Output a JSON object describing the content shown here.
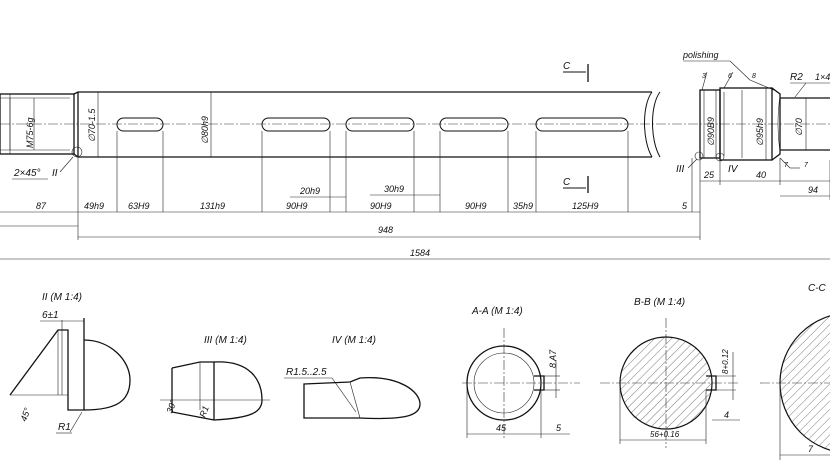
{
  "labels": {
    "polishing": "polishing",
    "thread": "M75-6g",
    "d70_tol": "∅70-1.5",
    "d80": "∅80h9",
    "d90": "∅90B9",
    "d95": "∅95h9",
    "d70r": "∅70",
    "r2": "R2",
    "chamfer_r": "1×4",
    "chamfer_l": "2×45°",
    "roman_2": "II",
    "roman_3": "III",
    "roman_4": "IV",
    "section_c": "C",
    "callout_3": "3",
    "callout_6": "6",
    "callout_8": "8",
    "callout_7a": "7",
    "callout_7b": "7"
  },
  "dimensions": {
    "d87": "87",
    "d49": "49h9",
    "d63": "63H9",
    "d131": "131h9",
    "d90a": "90H9",
    "d90b": "90H9",
    "d90c": "90H9",
    "d35": "35h9",
    "d125": "125H9",
    "d5": "5",
    "d25": "25",
    "d40": "40",
    "d94": "94",
    "d20": "20h9",
    "d30": "30h9",
    "d948": "948",
    "d1584": "1584"
  },
  "details": {
    "ii_title": "II (M 1:4)",
    "ii_dim": "6±1",
    "ii_angle": "45°",
    "ii_radius": "R1",
    "iii_title": "III (M 1:4)",
    "iii_angle": "30°",
    "iii_radius": "R1",
    "iv_title": "IV (M 1:4)",
    "iv_radius": "R1.5..2.5"
  },
  "sections": {
    "aa_title": "A-A (M 1:4)",
    "aa_dim_v": "8 A7",
    "aa_dim_45": "45",
    "aa_dim_5": "5",
    "bb_title": "B-B (M 1:4)",
    "bb_dim_v": "8+0.12",
    "bb_dim_56": "56+0.16",
    "bb_dim_4": "4",
    "cc_title": "C-C",
    "cc_dim": "7"
  }
}
